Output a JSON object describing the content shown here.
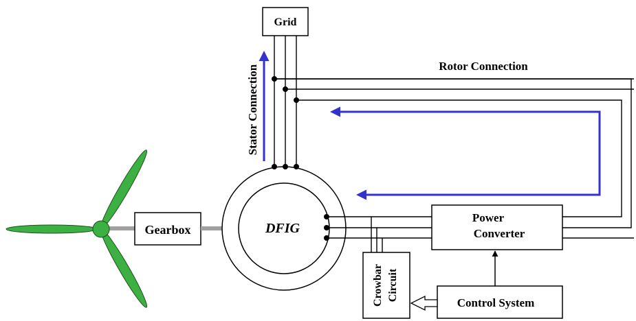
{
  "diagram": {
    "grid": "Grid",
    "rotor_connection": "Rotor Connection",
    "stator_connection": "Stator Connection",
    "gearbox": "Gearbox",
    "generator": "DFIG",
    "power_converter_line1": "Power",
    "power_converter_line2": "Converter",
    "crowbar_line1": "Crowbar",
    "crowbar_line2": "Circuit",
    "control_system": "Control System"
  },
  "colors": {
    "blade": "#3cb043",
    "flow_arrow": "#3333cc",
    "shaft": "#a0a0a0"
  }
}
